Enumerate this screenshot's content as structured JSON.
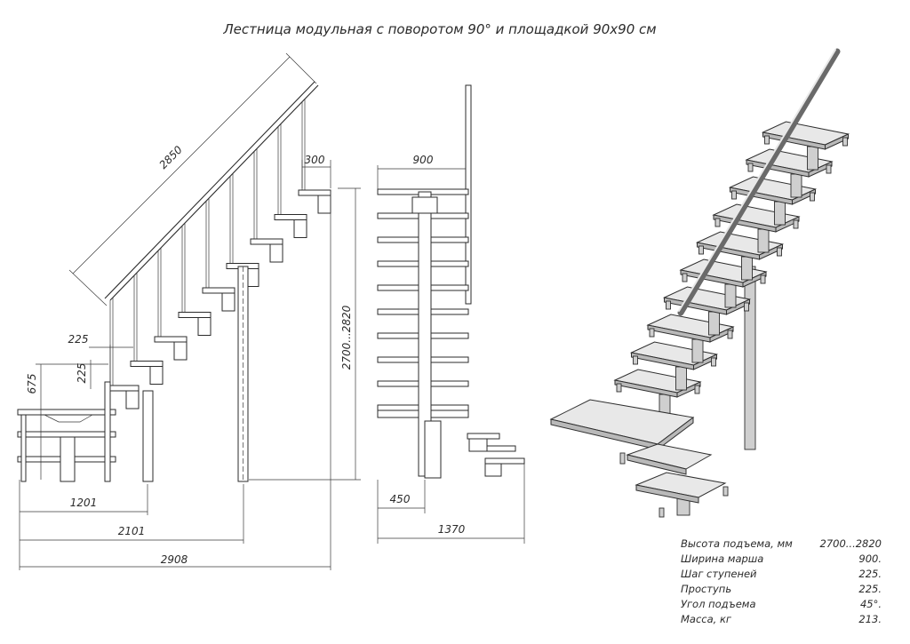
{
  "title": "Лестница модульная с поворотом 90° и площадкой 90х90 см",
  "dimensions": {
    "rail_length": "2850",
    "step_depth_top": "300",
    "width_top": "900",
    "height_range": "2700...2820",
    "nosing": "225",
    "rise": "225",
    "landing_height": "675",
    "length_1201": "1201",
    "length_2101": "2101",
    "length_2908": "2908",
    "offset_450": "450",
    "width_1370": "1370"
  },
  "specs": [
    {
      "label": "Высота подъема, мм",
      "value": "2700...2820"
    },
    {
      "label": "Ширина марша",
      "value": "900."
    },
    {
      "label": "Шаг ступеней",
      "value": "225."
    },
    {
      "label": "Проступь",
      "value": "225."
    },
    {
      "label": "Угол подъема",
      "value": "45°."
    },
    {
      "label": "Масса, кг",
      "value": "213."
    }
  ]
}
